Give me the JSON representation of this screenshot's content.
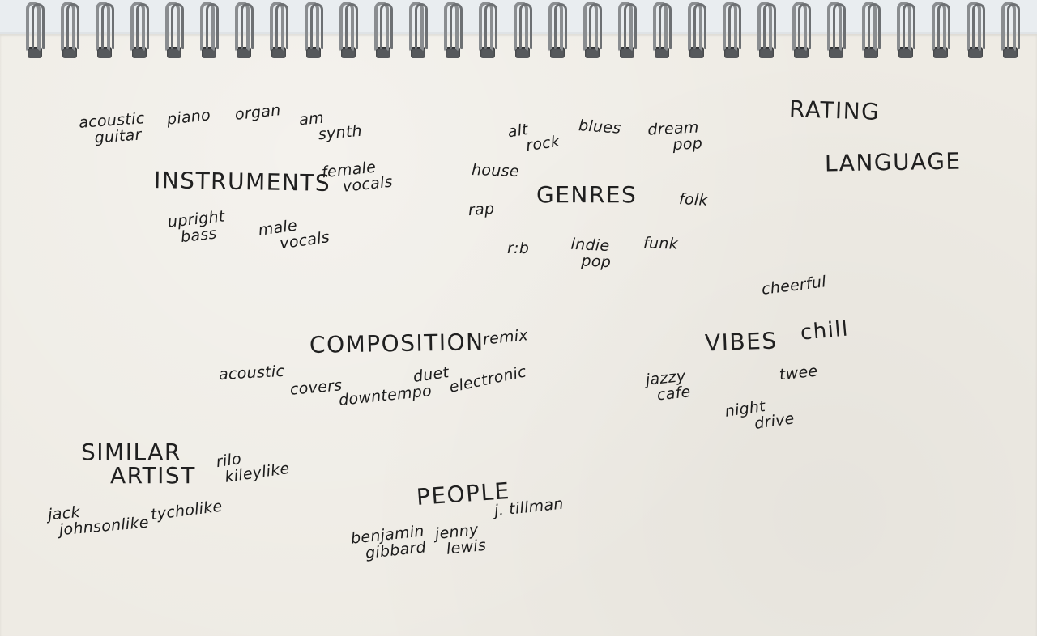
{
  "headings": {
    "instruments": "INSTRUMENTS",
    "genres": "GENRES",
    "rating": "RATING",
    "language": "LANGUAGE",
    "composition": "COMPOSITION",
    "vibes": "VIBES",
    "similar_artist": [
      "SIMILAR",
      "ARTIST"
    ],
    "people": "PEOPLE"
  },
  "instruments": {
    "acoustic_guitar": [
      "acoustic",
      "guitar"
    ],
    "piano": "piano",
    "organ": "organ",
    "am_synth": [
      "am",
      "synth"
    ],
    "female_vocals": [
      "female",
      "vocals"
    ],
    "upright_bass": [
      "upright",
      "bass"
    ],
    "male_vocals": [
      "male",
      "vocals"
    ]
  },
  "genres": {
    "alt_rock": [
      "alt",
      "rock"
    ],
    "blues": "blues",
    "dream_pop": [
      "dream",
      "pop"
    ],
    "house": "house",
    "rap": "rap",
    "folk": "folk",
    "rnb": "r:b",
    "indie_pop": [
      "indie",
      "pop"
    ],
    "funk": "funk"
  },
  "composition": {
    "remix": "remix",
    "acoustic": "acoustic",
    "covers": "covers",
    "downtempo": "downtempo",
    "duet": "duet",
    "electronic": "electronic"
  },
  "vibes": {
    "cheerful": "cheerful",
    "chill": "chill",
    "jazzy_cafe": [
      "jazzy",
      "cafe"
    ],
    "twee": "twee",
    "night_drive": [
      "night",
      "drive"
    ]
  },
  "similar_artist": {
    "rilo_kileylike": [
      "rilo",
      "kileylike"
    ],
    "jack_johnsonlike": [
      "jack",
      "johnsonlike"
    ],
    "tycholike": "tycholike"
  },
  "people": {
    "benjamin_gibbard": [
      "benjamin",
      "gibbard"
    ],
    "jenny_lewis": [
      "jenny",
      "lewis"
    ],
    "j_tillman": "j. tillman"
  }
}
